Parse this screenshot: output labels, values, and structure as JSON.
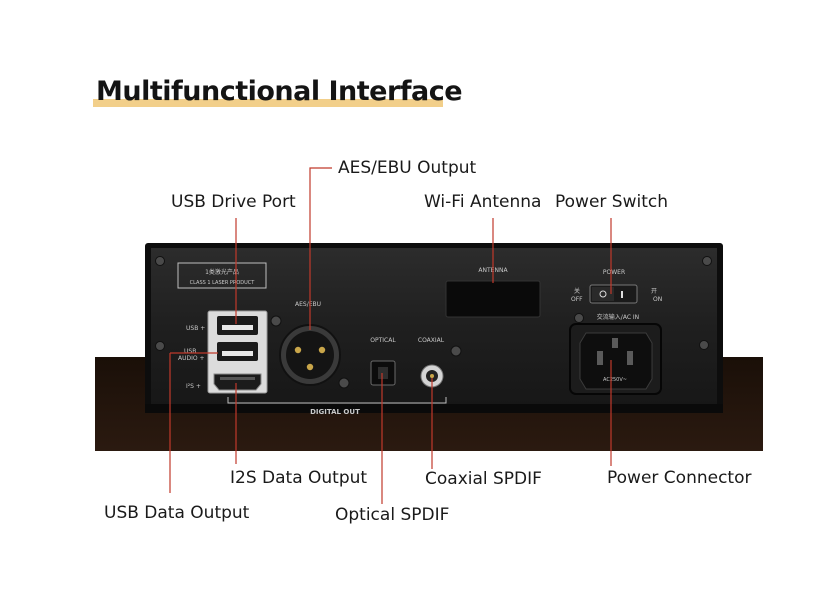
{
  "title": "Multifunctional Interface",
  "labels": {
    "aes_ebu": "AES/EBU Output",
    "usb_drive": "USB Drive Port",
    "wifi": "Wi-Fi Antenna",
    "power_switch": "Power Switch",
    "i2s": "I2S Data Output",
    "coaxial": "Coaxial SPDIF",
    "power_connector": "Power Connector",
    "usb_data": "USB Data Output",
    "optical": "Optical SPDIF"
  },
  "panel": {
    "laser_line1": "1类激光产品",
    "laser_line2": "CLASS 1 LASER PRODUCT",
    "usb_plus": "USB +",
    "usb_audio_1": "USB",
    "usb_audio_2": "AUDIO +",
    "i2s_plus": "I²S +",
    "aes_ebu": "AES/EBU",
    "optical": "OPTICAL",
    "coaxial": "COAXIAL",
    "digital_out": "DIGITAL OUT",
    "antenna": "ANTENNA",
    "power": "POWER",
    "off_cn": "关",
    "off": "OFF",
    "on_cn": "开",
    "on": "ON",
    "ac_in": "交流输入/AC IN",
    "voltage": "AC250V~"
  },
  "colors": {
    "accent_underline": "#f2cf8a",
    "leader_line": "#c0392b",
    "panel": "#232323"
  }
}
